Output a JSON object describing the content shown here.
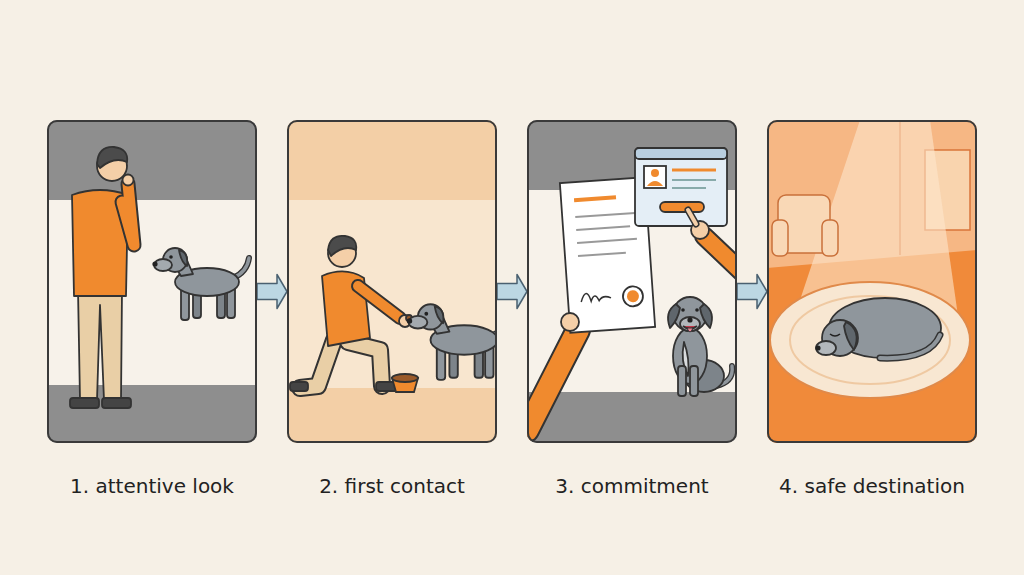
{
  "diagram": {
    "nodes": [
      {
        "text": [
          "1. attentive look"
        ]
      },
      {
        "text": [
          "2. first contact"
        ]
      },
      {
        "text": [
          "3. commitment"
        ]
      },
      {
        "text": [
          "4. safe destination"
        ]
      }
    ],
    "edges": [
      {
        "from": 0,
        "to": 1,
        "arrow": "to"
      },
      {
        "from": 1,
        "to": 2,
        "arrow": "to"
      },
      {
        "from": 2,
        "to": 3,
        "arrow": "to"
      }
    ]
  }
}
